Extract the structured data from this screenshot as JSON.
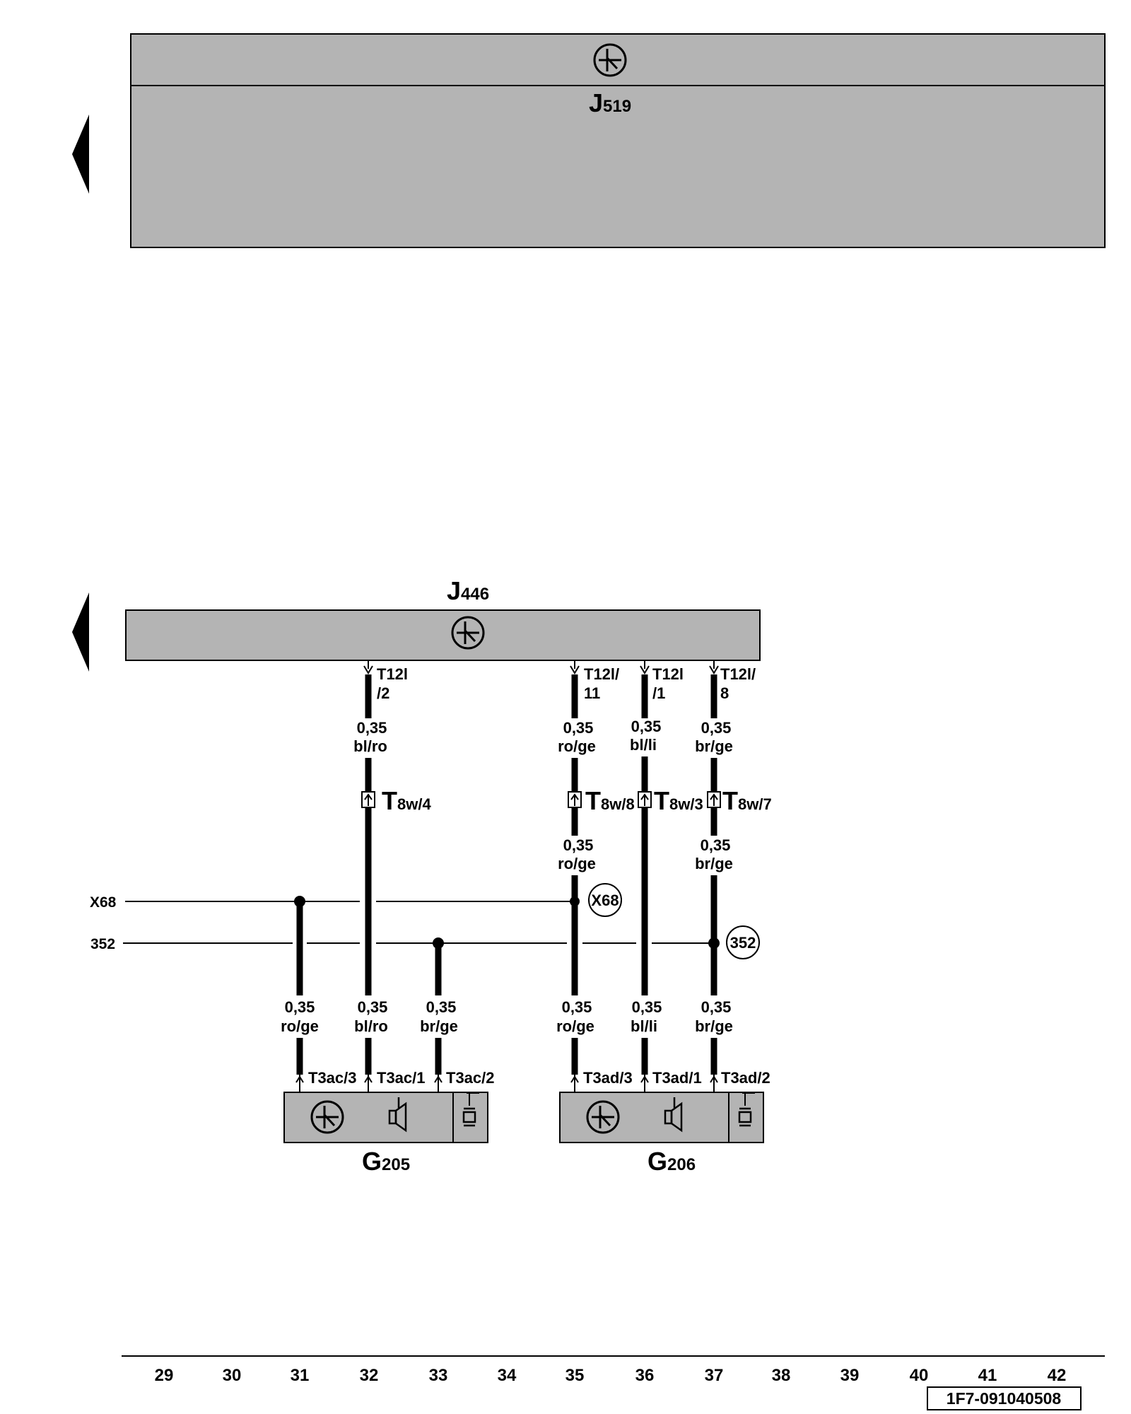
{
  "unit_j519": {
    "letter": "J",
    "number": "519"
  },
  "unit_j446": {
    "letter": "J",
    "number": "446"
  },
  "sensor_g205": {
    "letter": "G",
    "number": "205"
  },
  "sensor_g206": {
    "letter": "G",
    "number": "206"
  },
  "pins": {
    "t12l_2_a": "T12l",
    "t12l_2_b": "/2",
    "t12l_11_a": "T12l/",
    "t12l_11_b": "11",
    "t12l_1_a": "T12l",
    "t12l_1_b": "/1",
    "t12l_8_a": "T12l/",
    "t12l_8_b": "8"
  },
  "connectors_t8w": {
    "t8w_4": {
      "letter": "T",
      "rest": "8w/4"
    },
    "t8w_8": {
      "letter": "T",
      "rest": "8w/8"
    },
    "t8w_3": {
      "letter": "T",
      "rest": "8w/3"
    },
    "t8w_7": {
      "letter": "T",
      "rest": "8w/7"
    }
  },
  "wires": {
    "w32_top": {
      "size": "0,35",
      "color": "bl/ro"
    },
    "w35_top": {
      "size": "0,35",
      "color": "ro/ge"
    },
    "w36_top": {
      "size": "0,35",
      "color": "bl/li"
    },
    "w37_top": {
      "size": "0,35",
      "color": "br/ge"
    },
    "w35_mid": {
      "size": "0,35",
      "color": "ro/ge"
    },
    "w37_mid": {
      "size": "0,35",
      "color": "br/ge"
    },
    "w31_bot": {
      "size": "0,35",
      "color": "ro/ge"
    },
    "w32_bot": {
      "size": "0,35",
      "color": "bl/ro"
    },
    "w33_bot": {
      "size": "0,35",
      "color": "br/ge"
    },
    "w35_bot": {
      "size": "0,35",
      "color": "ro/ge"
    },
    "w36_bot": {
      "size": "0,35",
      "color": "bl/li"
    },
    "w37_bot": {
      "size": "0,35",
      "color": "br/ge"
    }
  },
  "rails": {
    "x68": "X68",
    "r352": "352"
  },
  "rail_markers": {
    "x68": "X68",
    "r352": "352"
  },
  "sensor_pins": {
    "t3ac_3": "T3ac/3",
    "t3ac_1": "T3ac/1",
    "t3ac_2": "T3ac/2",
    "t3ad_3": "T3ad/3",
    "t3ad_1": "T3ad/1",
    "t3ad_2": "T3ad/2"
  },
  "columns": [
    "29",
    "30",
    "31",
    "32",
    "33",
    "34",
    "35",
    "36",
    "37",
    "38",
    "39",
    "40",
    "41",
    "42"
  ],
  "diagram_code": "1F7-091040508",
  "colors": {
    "module_fill": "#b4b4b4",
    "line": "#000000",
    "background": "#ffffff"
  },
  "icons": [
    "control-unit-icon",
    "speaker-icon",
    "crystal-icon",
    "left-arrow-icon"
  ]
}
